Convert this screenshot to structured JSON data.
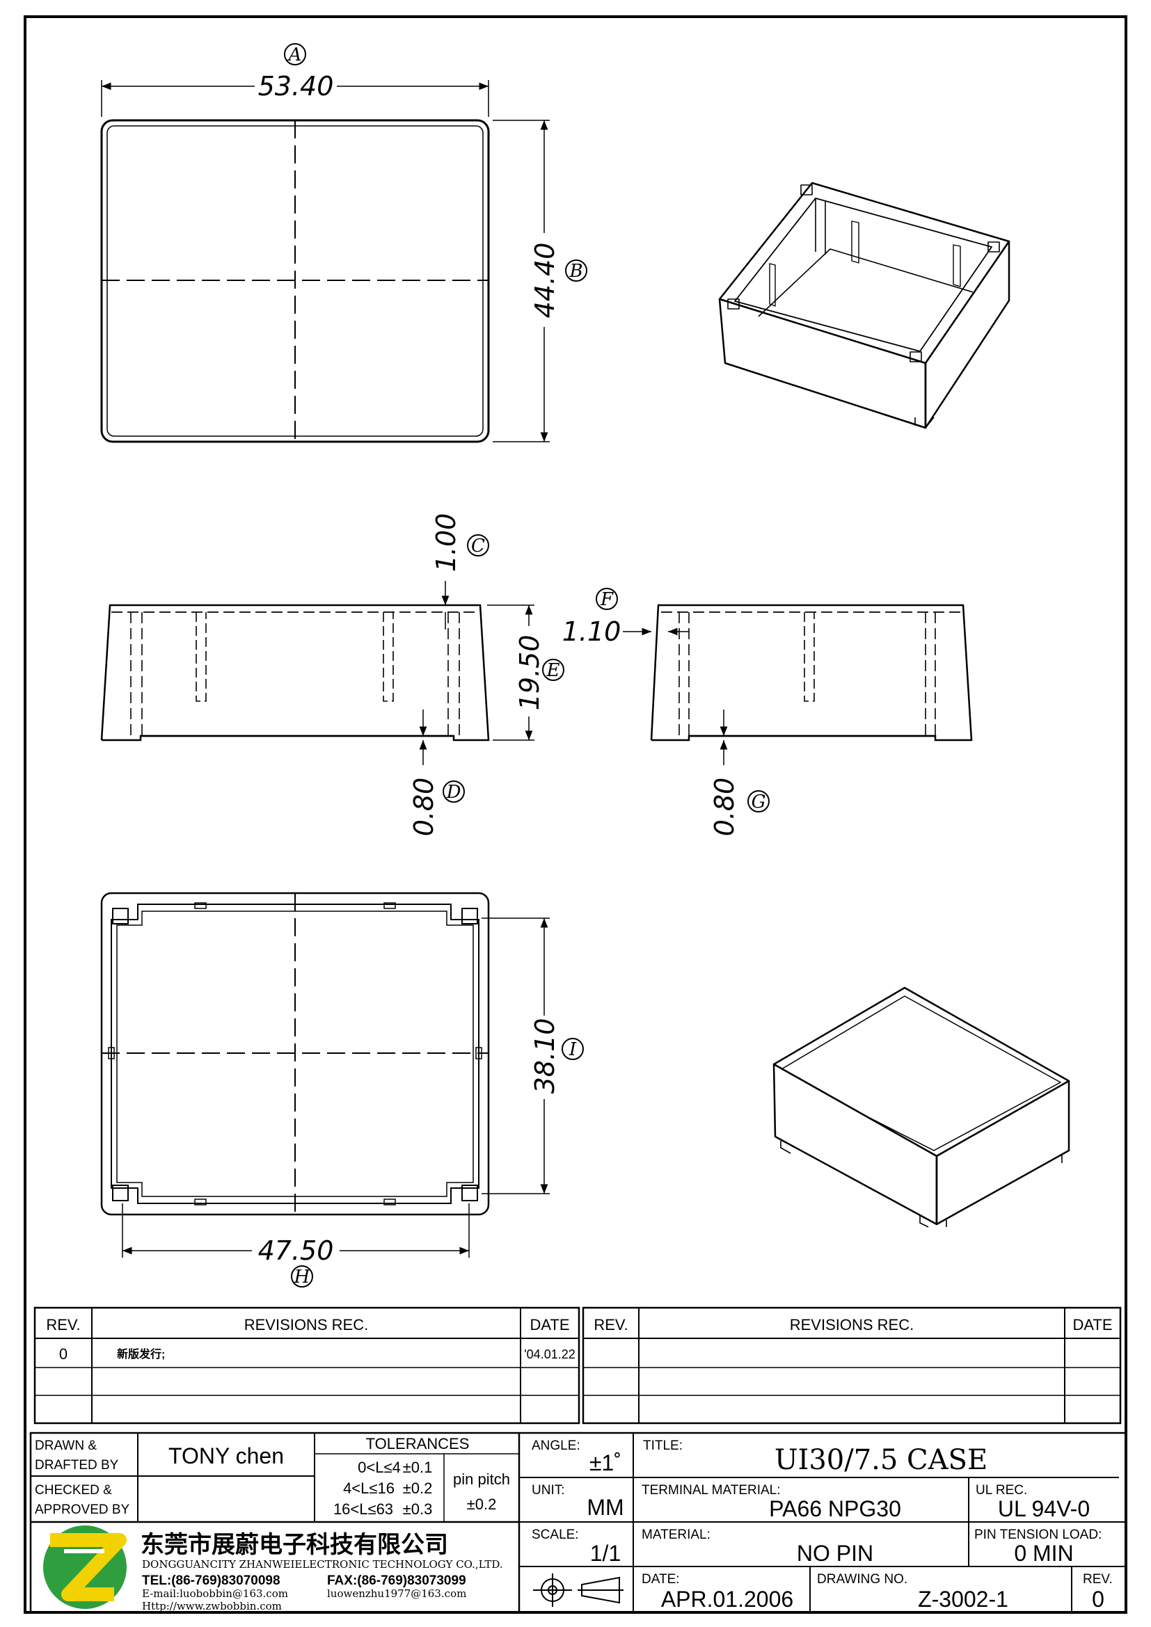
{
  "dimensions": {
    "a": {
      "value": "53.40",
      "balloon": "A"
    },
    "b": {
      "value": "44.40",
      "balloon": "B"
    },
    "c": {
      "value": "1.00",
      "balloon": "C"
    },
    "d": {
      "value": "0.80",
      "balloon": "D"
    },
    "e": {
      "value": "19.50",
      "balloon": "E"
    },
    "f": {
      "value": "1.10",
      "balloon": "F"
    },
    "g": {
      "value": "0.80",
      "balloon": "G"
    },
    "h": {
      "value": "47.50",
      "balloon": "H"
    },
    "i": {
      "value": "38.10",
      "balloon": "I"
    }
  },
  "revisions": {
    "headers": {
      "rev": "REV.",
      "rec": "REVISIONS    REC.",
      "date": "DATE"
    },
    "rows": [
      {
        "rev": "0",
        "rec": "新版发行;",
        "date": "'04.01.22"
      },
      {
        "rev": "",
        "rec": "",
        "date": ""
      },
      {
        "rev": "",
        "rec": "",
        "date": ""
      }
    ]
  },
  "title_block": {
    "drawn_label_1": "DRAWN  &",
    "drawn_label_2": "DRAFTED  BY",
    "drawn_value": "TONY  chen",
    "checked_label_1": "CHECKED  &",
    "checked_label_2": "APPROVED  BY",
    "checked_value": "",
    "tolerances_label": "TOLERANCES",
    "tolerances": [
      {
        "range": "0<L≤4",
        "tol": "±0.1"
      },
      {
        "range": "4<L≤16",
        "tol": "±0.2"
      },
      {
        "range": "16<L≤63",
        "tol": "±0.3"
      }
    ],
    "pin_pitch_label": "pin  pitch",
    "pin_pitch_value": "±0.2",
    "angle_label": "ANGLE:",
    "angle_value": "±1˚",
    "unit_label": "UNIT:",
    "unit_value": "MM",
    "scale_label": "SCALE:",
    "scale_value": "1/1",
    "title_label": "TITLE:",
    "title_value": "UI30/7.5  CASE",
    "terminal_material_label": "TERMINAL  MATERIAL:",
    "terminal_material_value": "PA66  NPG30",
    "ul_rec_label": "UL  REC.",
    "ul_rec_value": "UL  94V-0",
    "material_label": "MATERIAL:",
    "material_value": "NO  PIN",
    "pin_tension_label": "PIN  TENSION  LOAD:",
    "pin_tension_value": "0  MIN",
    "date_label": "DATE:",
    "date_value": "APR.01.2006",
    "drawing_no_label": "DRAWING  NO.",
    "drawing_no_value": "Z-3002-1",
    "rev_label": "REV.",
    "rev_value": "0"
  },
  "company": {
    "name_cn": "东莞市展蔚电子科技有限公司",
    "name_en": "DONGGUANCITY  ZHANWEIELECTRONIC  TECHNOLOGY  CO.,LTD.",
    "tel": "TEL:(86-769)83070098",
    "fax": "FAX:(86-769)83073099",
    "email1": "E-mail:luobobbin@163.com",
    "email2": "luowenzhu1977@163.com",
    "web": "Http://www.zwbobbin.com",
    "logo_colors": {
      "green": "#2e9e3e",
      "yellow": "#f2d200"
    }
  }
}
